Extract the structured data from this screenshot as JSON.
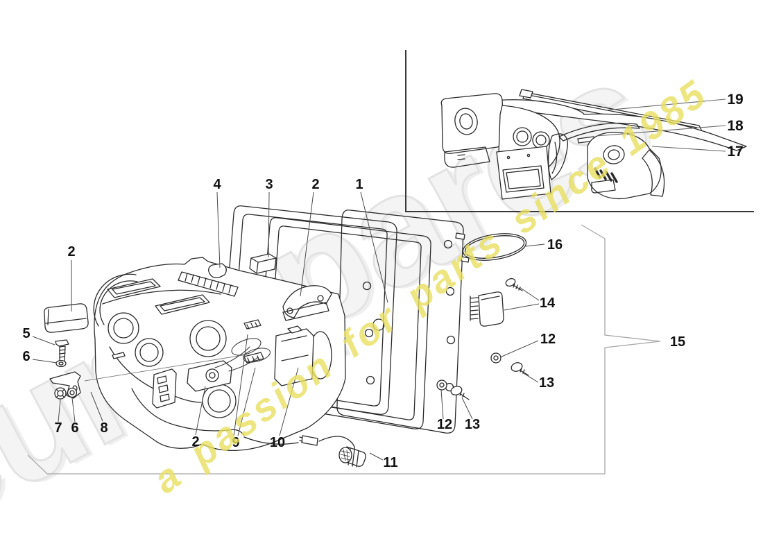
{
  "diagram": {
    "kind": "exploded-parts-diagram",
    "subject": "air-conditioning-unit-with-dashboard-inset"
  },
  "callouts": {
    "item_1": "1",
    "item_2_top": "2",
    "item_2_left": "2",
    "item_2_bottom": "2",
    "item_3": "3",
    "item_4": "4",
    "item_5": "5",
    "item_6_left": "6",
    "item_6_bottom": "6",
    "item_7": "7",
    "item_8": "8",
    "item_9": "9",
    "item_10": "10",
    "item_11": "11",
    "item_12_right": "12",
    "item_12_lower": "12",
    "item_13_right": "13",
    "item_13_lower": "13",
    "item_14": "14",
    "item_15": "15",
    "item_16": "16",
    "item_17": "17",
    "item_18": "18",
    "item_19": "19"
  },
  "watermark": {
    "brand": "eurospares",
    "tagline": "a passion for parts since 1985",
    "brand_color": "#f4f4f4",
    "tagline_color": "#e9e161"
  },
  "colors": {
    "background": "#ffffff",
    "line": "#2a2a2a",
    "leader": "#4a4a4a",
    "frame_rule": "#a8a8a8",
    "inset_border": "#383838"
  }
}
